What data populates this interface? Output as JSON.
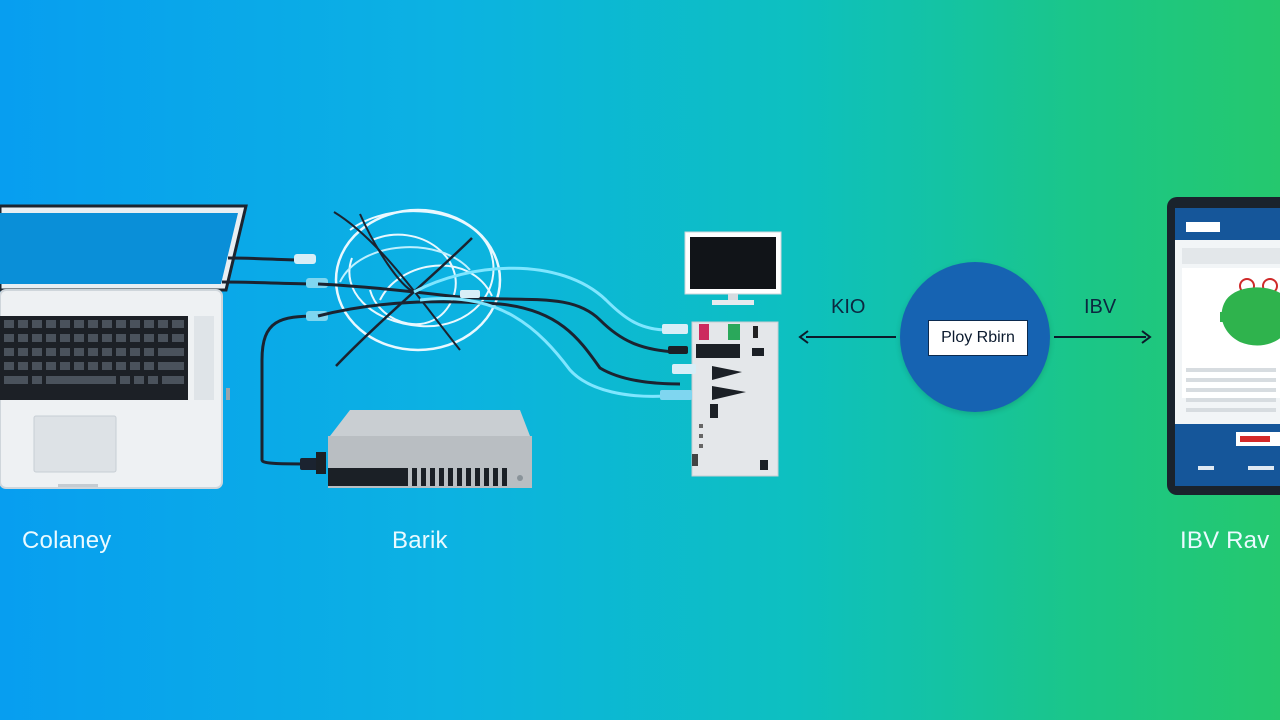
{
  "nodes": {
    "laptop": {
      "label": "Colaney"
    },
    "router": {
      "label": "Barik"
    },
    "center": {
      "label": "Ploy Rbirn"
    },
    "tablet": {
      "label": "IBV Rav"
    }
  },
  "arrows": {
    "left_label": "KIO",
    "right_label": "IBV"
  },
  "colors": {
    "background_start": "#079ef0",
    "background_end": "#25c86e",
    "center_node": "#1663b2",
    "cable_dark": "#1b2330",
    "cable_light": "#7fe6ff"
  }
}
